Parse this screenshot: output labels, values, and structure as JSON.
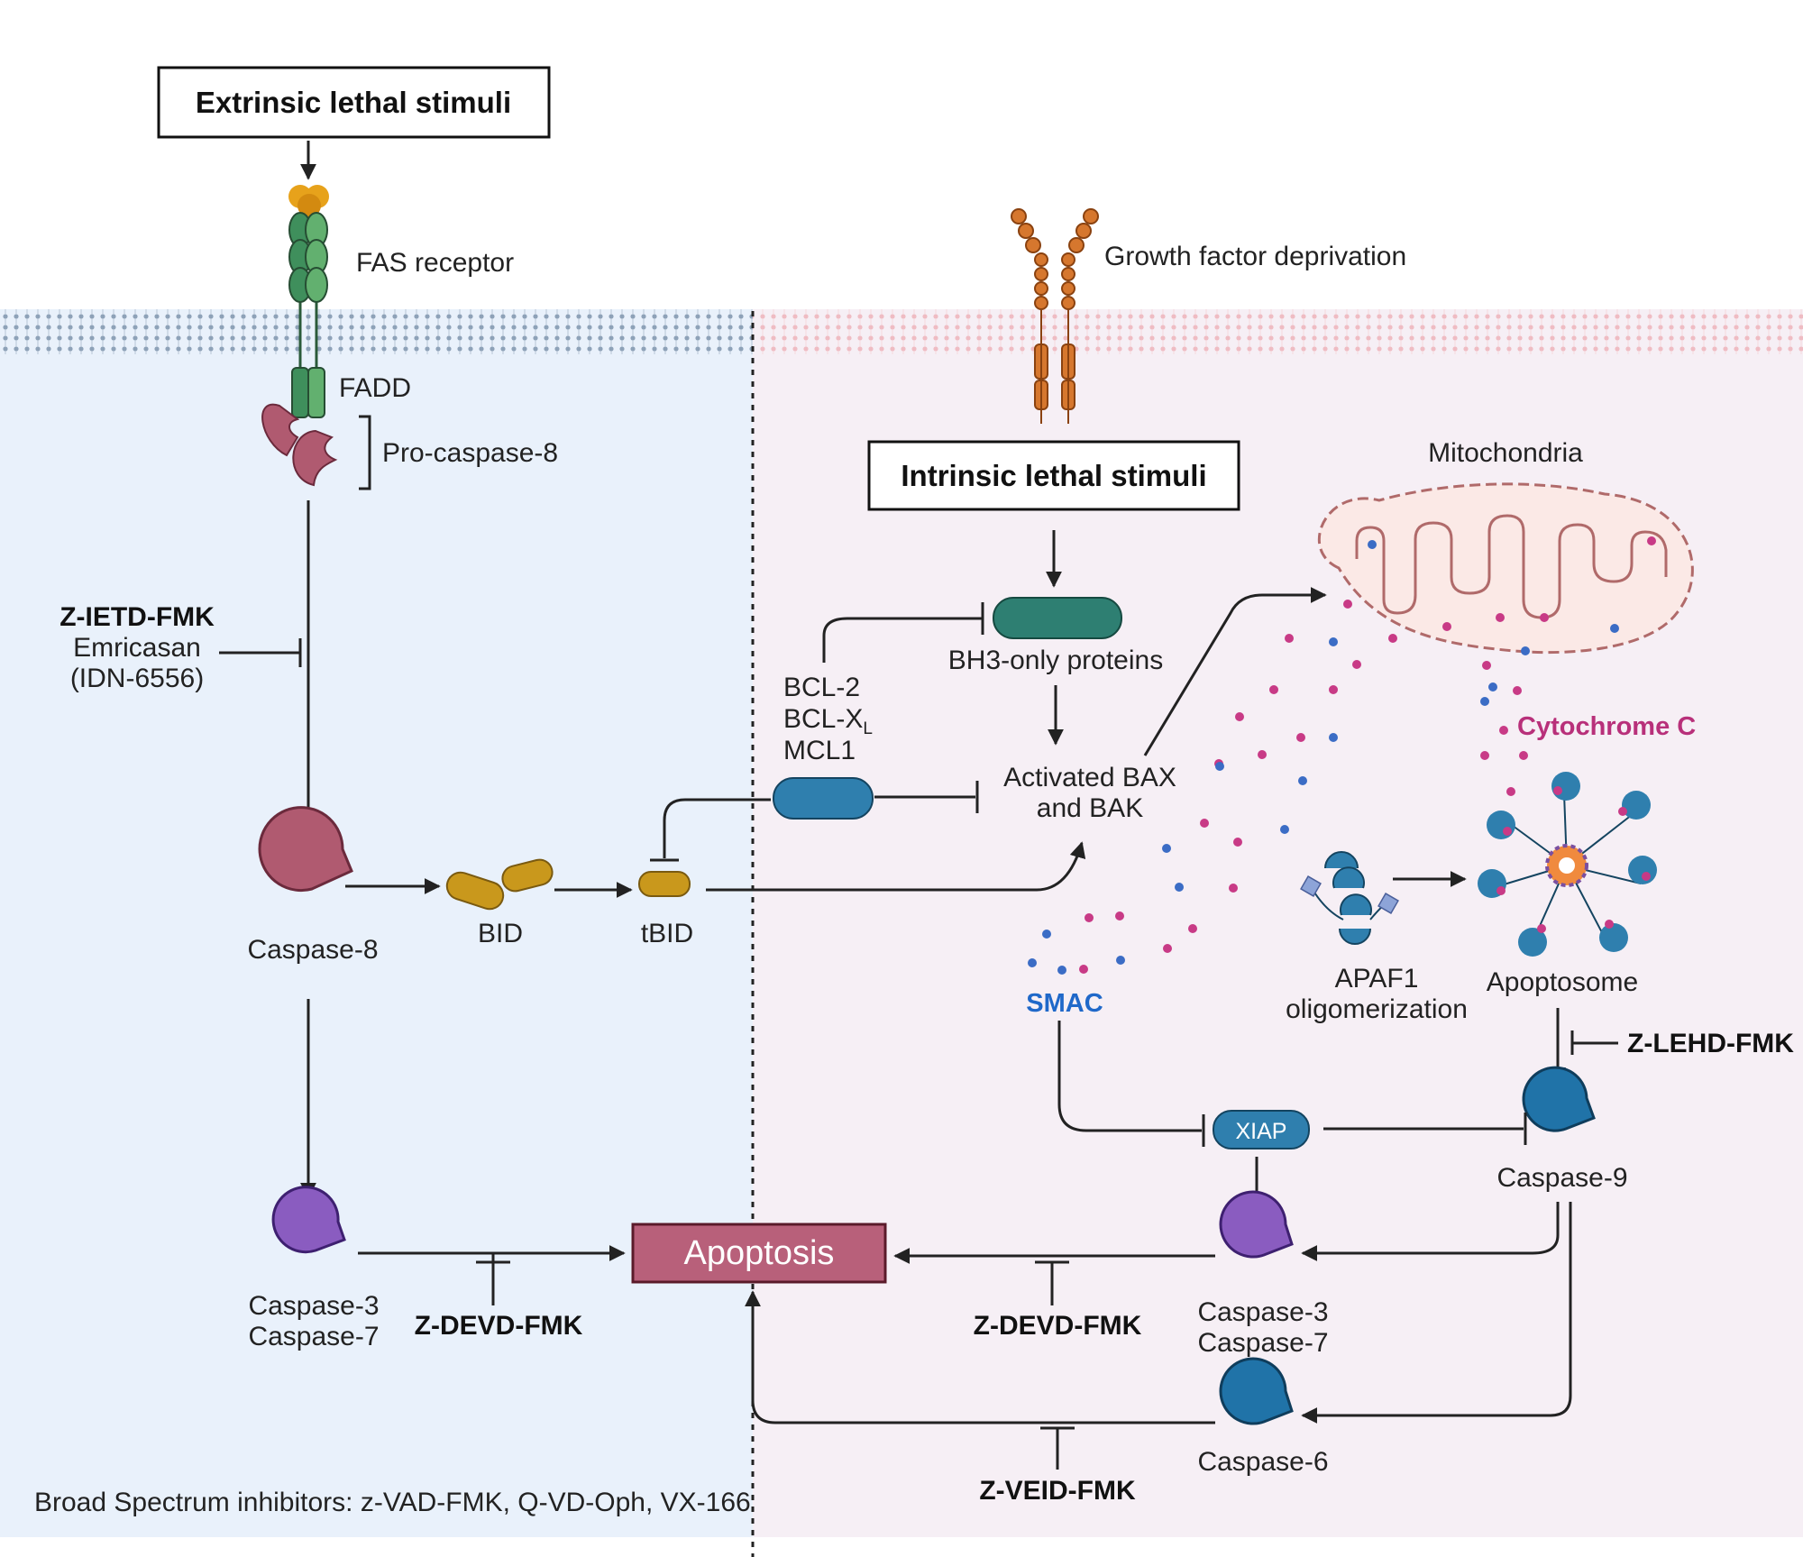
{
  "titles": {
    "extrinsic": "Extrinsic lethal stimuli",
    "intrinsic": "Intrinsic lethal stimuli",
    "apoptosis": "Apoptosis"
  },
  "labels": {
    "fas_receptor": "FAS receptor",
    "fadd": "FADD",
    "pro_caspase_8": "Pro-caspase-8",
    "growth_factor": "Growth factor deprivation",
    "mitochondria": "Mitochondria",
    "bh3": "BH3-only proteins",
    "bcl2": "BCL-2",
    "bclxl_main": "BCL-X",
    "bclxl_sub": "L",
    "mcl1": "MCL1",
    "bax_line1": "Activated BAX",
    "bax_line2": "and BAK",
    "caspase8": "Caspase-8",
    "bid": "BID",
    "tbid": "tBID",
    "cytochrome_c": "Cytochrome C",
    "smac": "SMAC",
    "apaf1_line1": "APAF1",
    "apaf1_line2": "oligomerization",
    "apoptosome": "Apoptosome",
    "xiap": "XIAP",
    "caspase9": "Caspase-9",
    "caspase3_left": "Caspase-3",
    "caspase7_left": "Caspase-7",
    "caspase3_right": "Caspase-3",
    "caspase7_right": "Caspase-7",
    "caspase6": "Caspase-6"
  },
  "inhibitors": {
    "zietd": "Z-IETD-FMK",
    "emricasan": "Emricasan",
    "idn": "(IDN-6556)",
    "zlehd": "Z-LEHD-FMK",
    "zdevd_left": "Z-DEVD-FMK",
    "zdevd_right": "Z-DEVD-FMK",
    "zveid": "Z-VEID-FMK",
    "broad": "Broad Spectrum inhibitors: z-VAD-FMK, Q-VD-Oph, VX-166"
  },
  "colors": {
    "extrinsic_bg": "#e9f1fb",
    "intrinsic_bg": "#f6eff5",
    "membrane_left": "#9fb1c6",
    "membrane_right": "#f1c6cc",
    "caspase8": "#b05a70",
    "caspase37_left": "#8a5cc0",
    "blue_protein": "#2f7fae",
    "bh3": "#2e7f72",
    "bid": "#c9981c",
    "fas": "#3f8f5c",
    "growth_receptor": "#d6772e",
    "apoptosis_box": "#b8607a",
    "cytochrome_c": "#b8307a",
    "smac": "#1f68c9",
    "mito_fill": "#fbe9e6",
    "mito_stroke": "#b06a6a"
  }
}
